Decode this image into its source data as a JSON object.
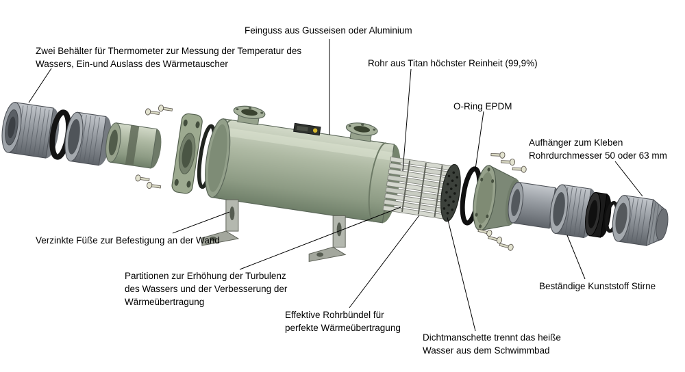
{
  "diagram": {
    "type": "exploded-view-technical-diagram",
    "labels": {
      "casting": "Feinguss aus Gusseisen oder Aluminium",
      "thermometer_ports": "Zwei Behälter für Thermometer zur Messung der Temperatur des Wassers, Ein-und Auslass des Wärmetauscher",
      "titanium_tube": "Rohr aus Titan höchster Reinheit (99,9%)",
      "o_ring": "O-Ring EPDM",
      "hanger": "Aufhänger zum Kleben Rohrdurchmesser 50 oder 63 mm",
      "feet": "Verzinkte Füße zur Befestigung an der Wand",
      "partitions": "Partitionen zur Erhöhung der Turbulenz des Wassers und der Verbesserung der Wärmeübertragung",
      "tube_bundle": "Effektive Rohrbündel für perfekte Wärmeübertragung",
      "seal": "Dichtmanschette trennt das heiße Wasser aus dem Schwimmbad",
      "plastic_front": "Beständige Kunststoff Stirne"
    },
    "colors": {
      "background": "#ffffff",
      "casting_green": "#9fab93",
      "plastic_gray": "#8f949a",
      "rubber_black": "#161616",
      "text": "#000000",
      "nameplate_yellow": "#d7b92f"
    }
  }
}
